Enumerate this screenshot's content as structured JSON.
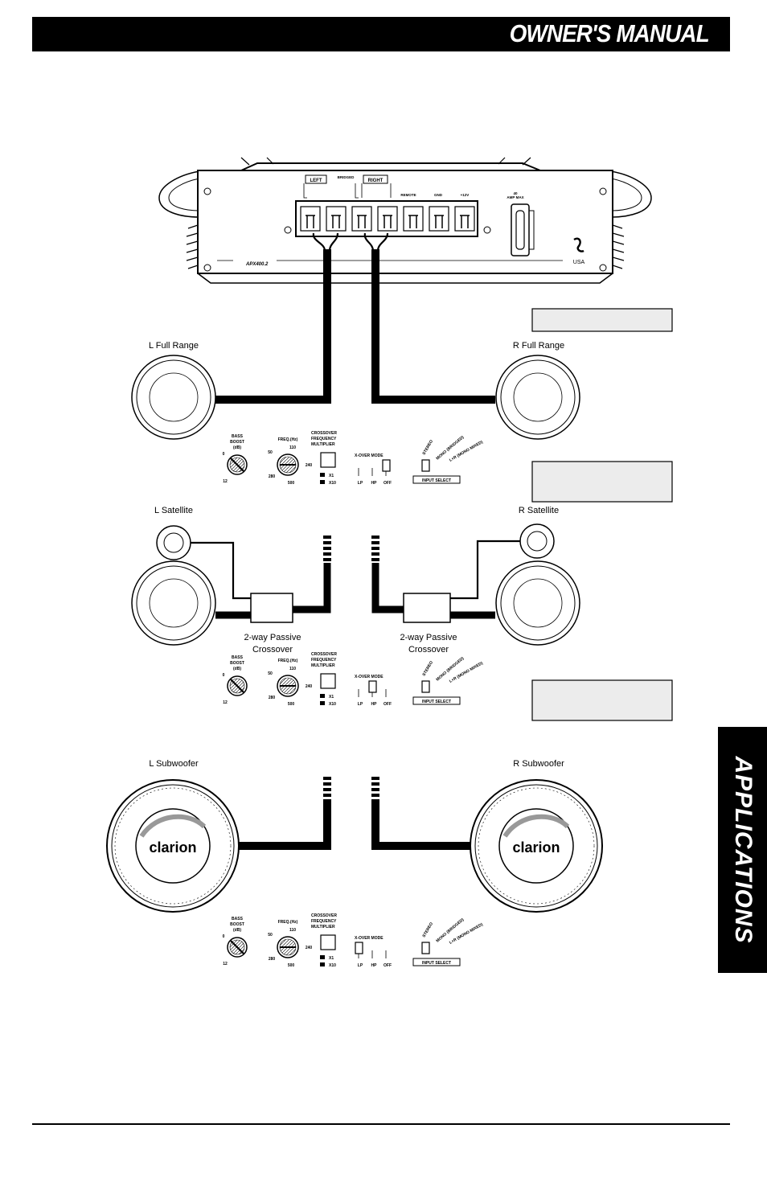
{
  "header": {
    "title": "OWNER'S MANUAL"
  },
  "side_tab": {
    "label": "APPLICATIONS"
  },
  "amplifier": {
    "left_label": "LEFT",
    "right_label": "RIGHT",
    "bridged_label": "BRIDGED",
    "model": "APX400.2",
    "usa": "USA",
    "terminals": [
      "REMOTE",
      "GND",
      "+12V"
    ],
    "fuse_label": "40\nAMP MAX"
  },
  "sections": [
    {
      "id": "full-range",
      "left_speaker": "L Full Range",
      "right_speaker": "R Full Range"
    },
    {
      "id": "satellite",
      "left_speaker": "L Satellite",
      "right_speaker": "R Satellite",
      "left_crossover": [
        "2-way Passive",
        "Crossover"
      ],
      "right_crossover": [
        "2-way Passive",
        "Crossover"
      ]
    },
    {
      "id": "subwoofer",
      "left_speaker": "L Subwoofer",
      "right_speaker": "R Subwoofer",
      "brand": "clarion"
    }
  ],
  "controls": {
    "bass_boost": [
      "BASS",
      "BOOST",
      "(dB)"
    ],
    "bass_min": "0",
    "bass_max": "12",
    "freq": "FREQ.(Hz)",
    "freq_ticks": [
      "50",
      "110",
      "240",
      "280",
      "500"
    ],
    "crossover_mult": [
      "CROSSOVER",
      "FREQUENCY",
      "MULTIPLIER"
    ],
    "mult_x1": "X1",
    "mult_x10": "X10",
    "xover_mode": "X-OVER MODE",
    "xover_opts": [
      "LP",
      "HP",
      "OFF"
    ],
    "input_opts": [
      "STEREO",
      "MONO (BRIDGED)",
      "L+R (MONO MIXED)"
    ],
    "input_select": "INPUT SELECT"
  }
}
